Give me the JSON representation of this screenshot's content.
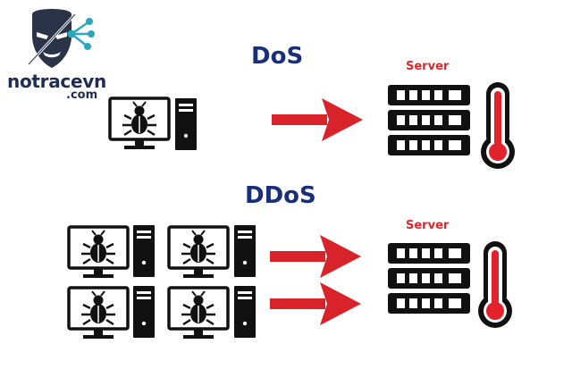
{
  "brand": {
    "name": "notracevn",
    "tld": ".com",
    "colors": {
      "mask": "#2a3348",
      "accent": "#2aa7bd",
      "text": "#1e2d54"
    }
  },
  "dos": {
    "title": "DoS",
    "server_label": "Server"
  },
  "ddos": {
    "title": "DDoS",
    "server_label": "Server"
  },
  "colors": {
    "title": "#1a2f7a",
    "arrow": "#d9232a",
    "server_label": "#e1262c",
    "hardware": "#111111",
    "thermometer": "#e3222b"
  },
  "icons": [
    "hacker-mask-icon",
    "network-nodes-icon",
    "bug-computer-icon",
    "pc-tower-icon",
    "server-rack-icon",
    "thermometer-icon",
    "arrow-right-icon"
  ]
}
